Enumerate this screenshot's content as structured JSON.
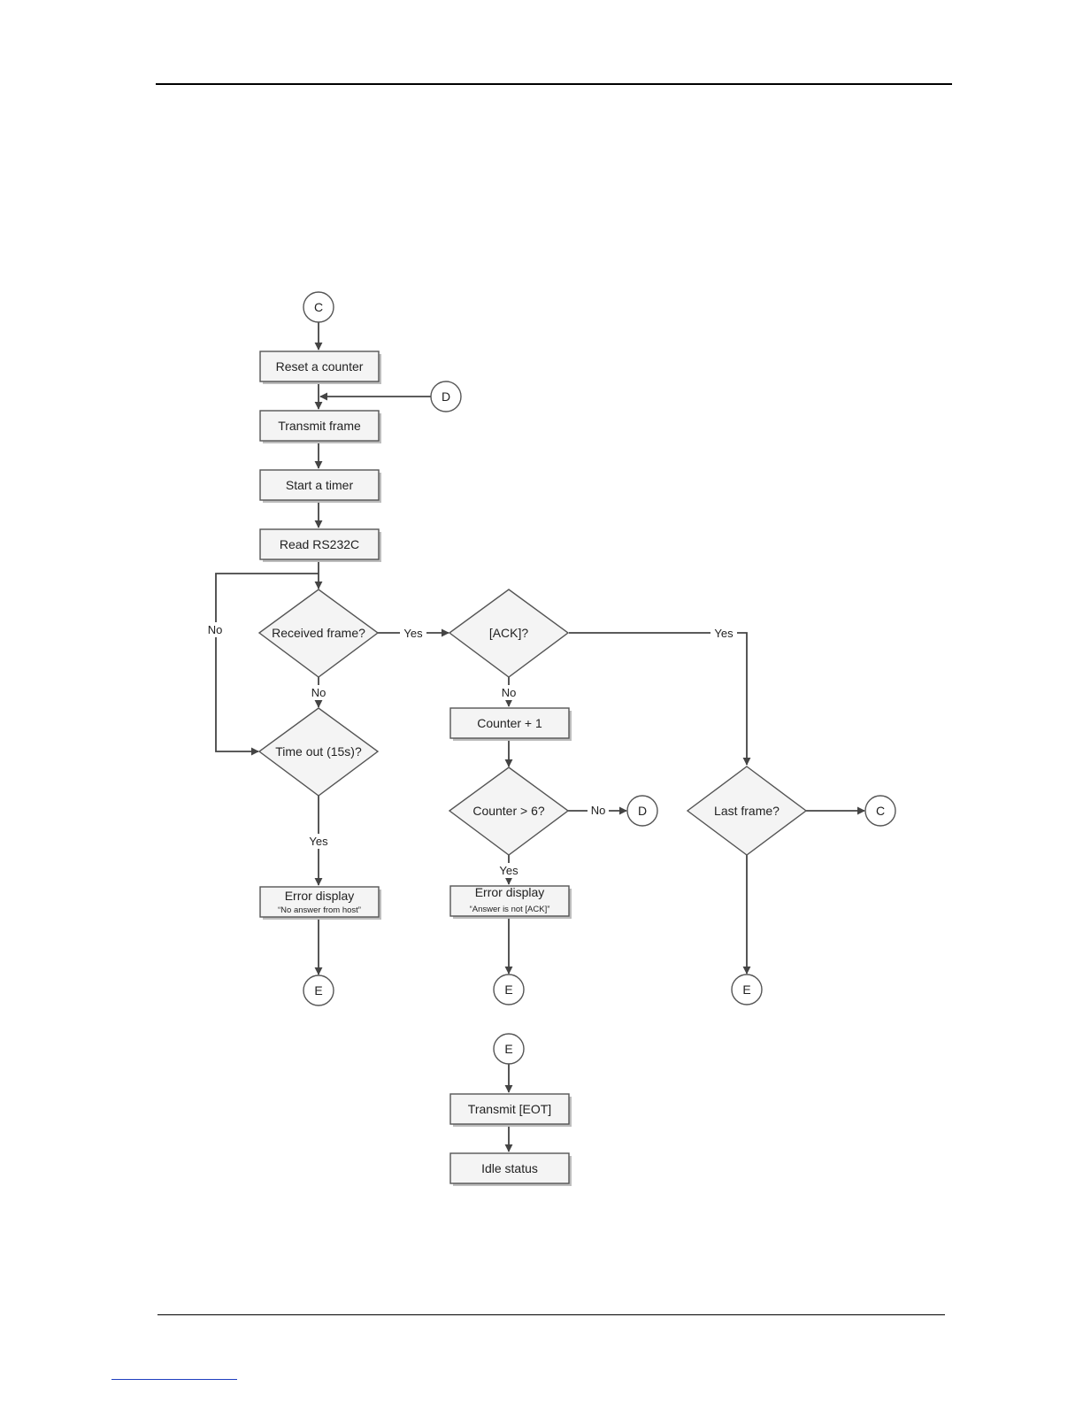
{
  "nodes": {
    "connector_c_top": "C",
    "reset_counter": "Reset a counter",
    "connector_d_in": "D",
    "transmit_frame": "Transmit frame",
    "start_timer": "Start a timer",
    "read_rs232c": "Read RS232C",
    "received_frame": "Received frame?",
    "timeout": "Time out (15s)?",
    "error_no_answer_title": "Error display",
    "error_no_answer_sub": "“No answer from host”",
    "connector_e_1": "E",
    "ack_check": "[ACK]?",
    "counter_plus": "Counter + 1",
    "counter_gt6": "Counter > 6?",
    "connector_d_out": "D",
    "error_not_ack_title": "Error display",
    "error_not_ack_sub": "“Answer is not [ACK]”",
    "connector_e_2": "E",
    "last_frame": "Last frame?",
    "connector_c_out": "C",
    "connector_e_3": "E",
    "connector_e_start": "E",
    "transmit_eot": "Transmit [EOT]",
    "idle_status": "Idle status"
  },
  "edge_labels": {
    "no_loop": "No",
    "received_no": "No",
    "received_yes": "Yes",
    "timeout_yes": "Yes",
    "ack_no": "No",
    "ack_yes": "Yes",
    "counter_no": "No",
    "counter_yes": "Yes"
  }
}
